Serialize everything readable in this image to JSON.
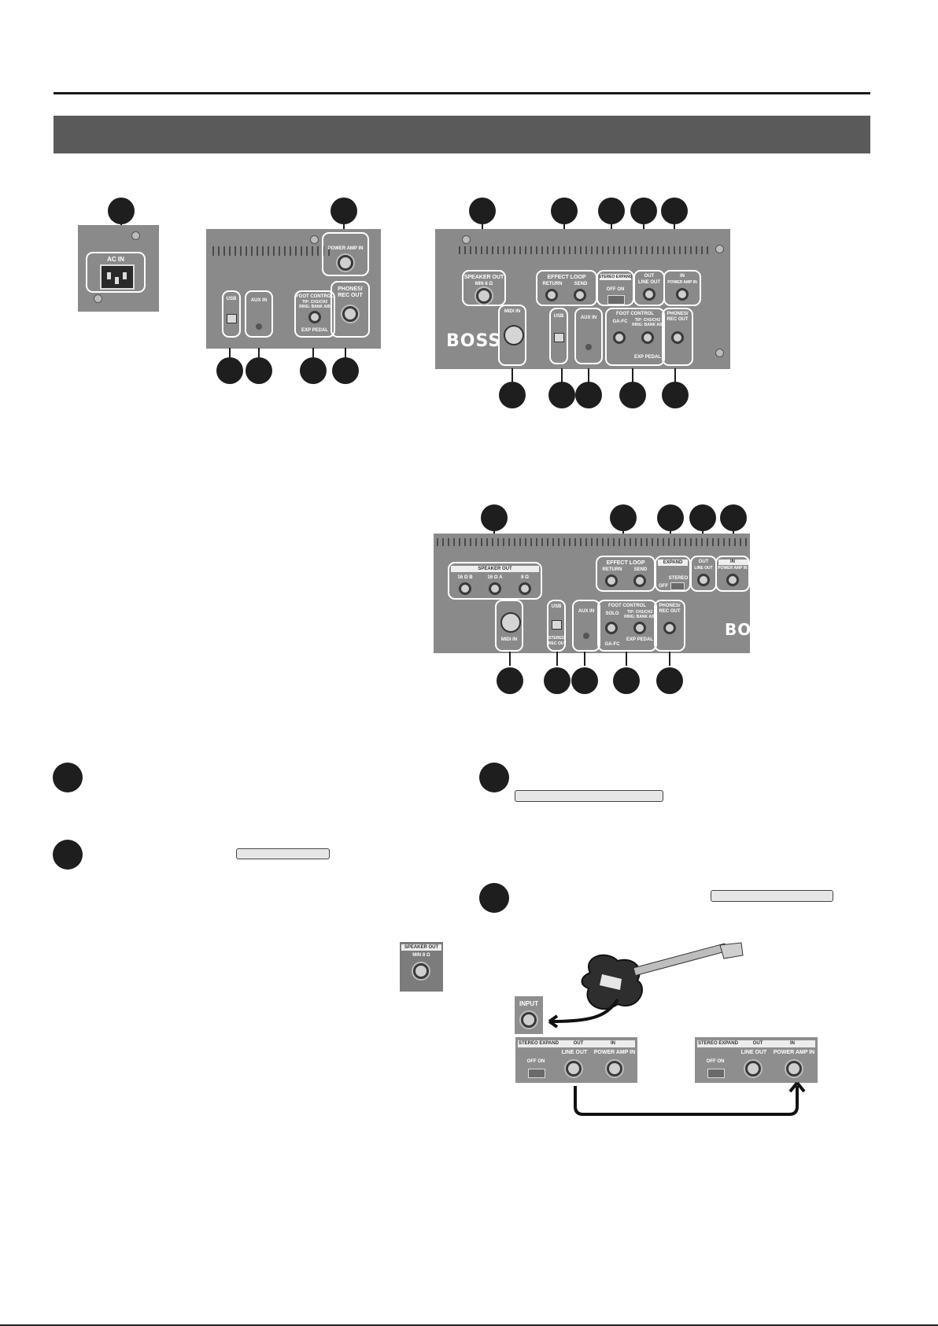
{
  "panel_a": {
    "ac_in_label": "AC IN"
  },
  "panel_b": {
    "power_amp_in": "POWER AMP IN",
    "usb": "USB",
    "aux_in": "AUX IN",
    "foot_control": "FOOT CONTROL",
    "foot_tip": "TIP: CH1/CH2",
    "foot_ring": "RING: BANK A/B",
    "exp_pedal": "EXP PEDAL",
    "phones_1": "PHONES/",
    "phones_2": "REC OUT"
  },
  "panel_c": {
    "speaker_out": "SPEAKER OUT",
    "speaker_min": "MIN 8 Ω",
    "effect_loop": "EFFECT LOOP",
    "return": "RETURN",
    "send": "SEND",
    "stereo_expand": "STEREO EXPAND",
    "off_on": "OFF  ON",
    "out": "OUT",
    "line_out": "LINE OUT",
    "in": "IN",
    "power_amp_in": "POWER AMP IN",
    "midi_in": "MIDI IN",
    "usb": "USB",
    "aux_in": "AUX IN",
    "foot_control": "FOOT CONTROL",
    "ga_fc": "GA-FC",
    "foot_tip": "TIP: CH1/CH2",
    "foot_ring": "RING: BANK A/B",
    "exp_pedal": "EXP PEDAL",
    "phones_1": "PHONES/",
    "phones_2": "REC OUT",
    "logo": "BOSS"
  },
  "panel_d": {
    "speaker_out": "SPEAKER OUT",
    "spk_16b": "16 Ω B",
    "spk_16a": "16 Ω A",
    "spk_8": "8 Ω",
    "effect_loop": "EFFECT LOOP",
    "return": "RETURN",
    "send": "SEND",
    "expand": "EXPAND",
    "stereo": "STEREO",
    "off": "OFF",
    "out": "OUT",
    "line_out": "LINE OUT",
    "in_label": "IN",
    "power_amp_in": "POWER AMP IN",
    "midi_in": "MIDI IN",
    "usb": "USB",
    "stereo_rec_out_1": "STEREO",
    "stereo_rec_out_2": "REC OUT",
    "aux_in": "AUX IN",
    "foot_control": "FOOT CONTROL",
    "solo": "SOLO",
    "foot_tip": "TIP: CH1/CH2",
    "foot_ring": "RING: BANK A/B",
    "exp_pedal": "EXP PEDAL",
    "ga_fc": "GA-FC",
    "phones_1": "PHONES/",
    "phones_2": "REC OUT",
    "logo": "BO"
  },
  "inline_jack": {
    "speaker_out": "SPEAKER OUT",
    "min": "MIN 8 Ω"
  },
  "diagram": {
    "input": "INPUT",
    "stereo_expand": "STEREO EXPAND",
    "out": "OUT",
    "in": "IN",
    "off_on": "OFF  ON",
    "line_out": "LINE OUT",
    "power_amp_in": "POWER AMP IN"
  }
}
